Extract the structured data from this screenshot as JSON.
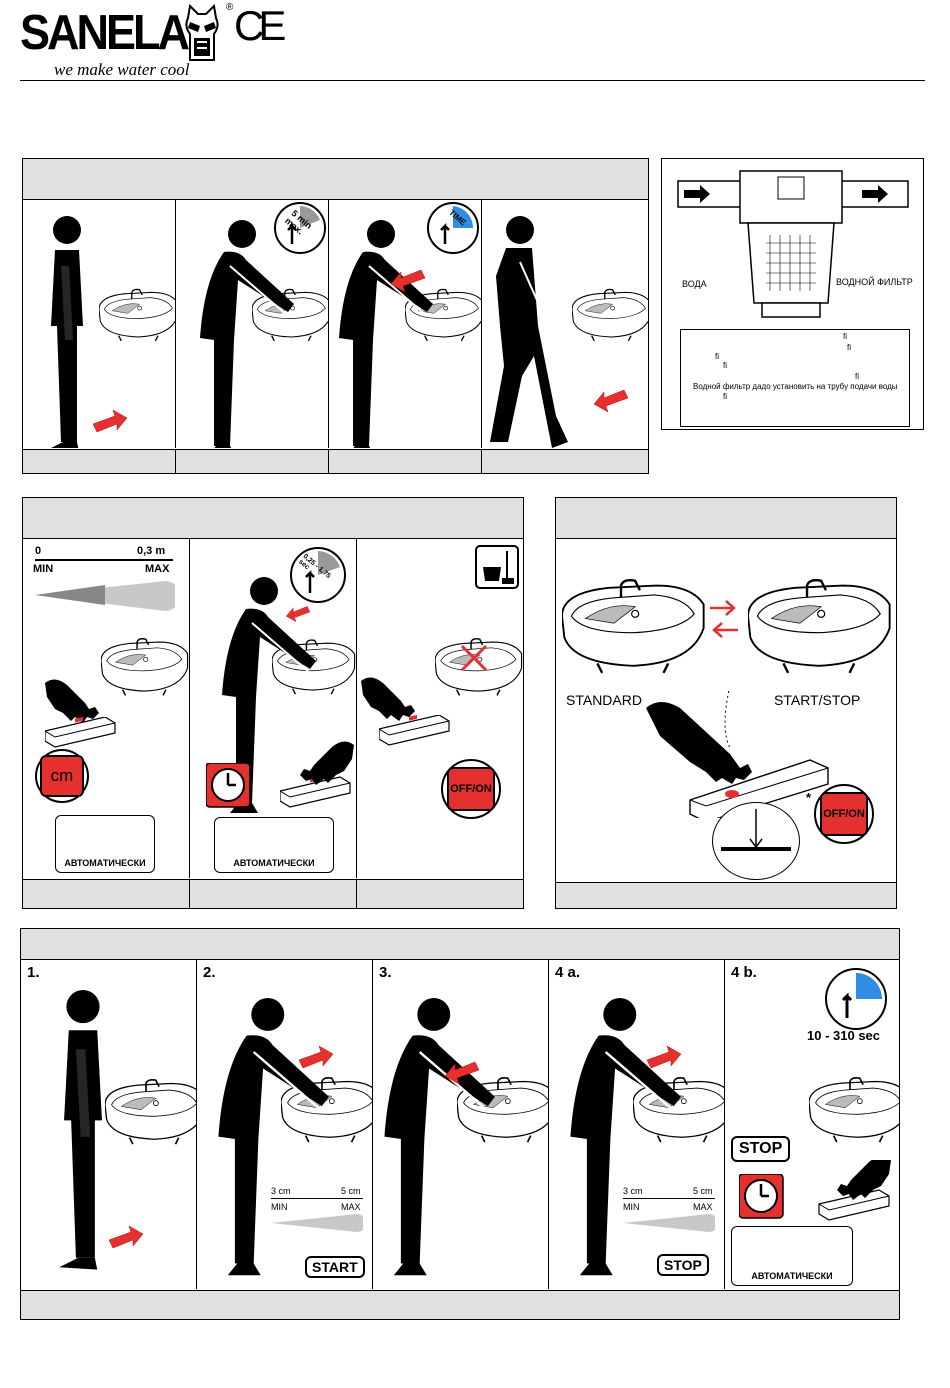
{
  "header": {
    "logo_text": "SANELA",
    "tagline": "we make water cool",
    "registered": "®",
    "ce_mark": "CE"
  },
  "filter_box": {
    "water_label": "ВОДА",
    "filter_label": "ВОДНОЙ ФИЛЬТР",
    "note_lines": [
      "fi",
      "fi",
      "fi",
      "fi",
      "fi",
      "Водной фильтр дадо установить на трубу подачи воды",
      "fi"
    ]
  },
  "sensor_section": {
    "range_start": "0",
    "range_end": "0,3 m",
    "min_label": "MIN",
    "max_label": "MAX",
    "cm_button": "cm",
    "delay_badge": "0,25 - 1,75 sec",
    "auto_label_1": "АВТОМАТИЧЕСКИ",
    "auto_label_2": "АВТОМАТИЧЕСКИ",
    "offon_button": "OFF/ON"
  },
  "mode_section": {
    "standard_label": "STANDARD",
    "startstop_label": "START/STOP",
    "asterisk": "*",
    "offon_button": "OFF/ON"
  },
  "usage_top": {
    "badge_5min": "5 min max.",
    "badge_time": "TIME"
  },
  "startstop_section": {
    "step1": "1.",
    "step2": "2.",
    "step3": "3.",
    "step4a": "4 a.",
    "step4b": "4 b.",
    "range_min_cm": "3 cm",
    "range_max_cm": "5 cm",
    "min_label": "MIN",
    "max_label": "MAX",
    "start_button": "START",
    "stop_button": "STOP",
    "stop_button_big": "STOP",
    "timer_range": "10 - 310 sec",
    "auto_label": "АВТОМАТИЧЕСКИ"
  },
  "colors": {
    "accent_red": "#e53030",
    "header_gray": "#e0e0e0",
    "sensor_blue": "#2f8de4"
  }
}
